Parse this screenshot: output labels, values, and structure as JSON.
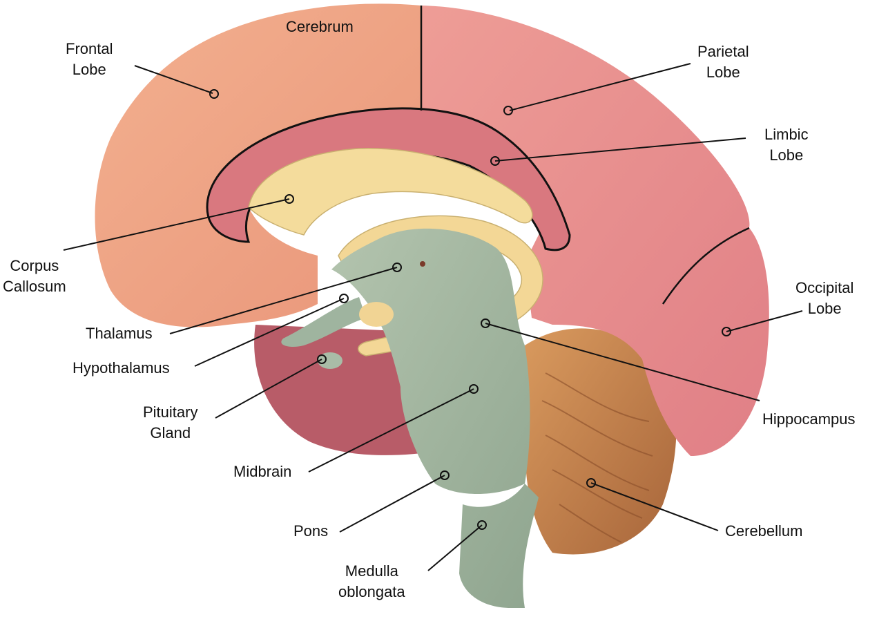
{
  "labels": {
    "cerebrum": [
      "Cerebrum"
    ],
    "frontal_lobe": [
      "Frontal",
      "Lobe"
    ],
    "parietal_lobe": [
      "Parietal",
      "Lobe"
    ],
    "limbic_lobe": [
      "Limbic",
      "Lobe"
    ],
    "corpus_callosum": [
      "Corpus",
      "Callosum"
    ],
    "occipital_lobe": [
      "Occipital",
      "Lobe"
    ],
    "thalamus": [
      "Thalamus"
    ],
    "hypothalamus": [
      "Hypothalamus"
    ],
    "pituitary_gland": [
      "Pituitary",
      "Gland"
    ],
    "hippocampus": [
      "Hippocampus"
    ],
    "midbrain": [
      "Midbrain"
    ],
    "pons": [
      "Pons"
    ],
    "cerebellum": [
      "Cerebellum"
    ],
    "medulla_oblongata": [
      "Medulla",
      "oblongata"
    ]
  },
  "colors": {
    "frontal": "#f0a383",
    "parietal": "#e88a8c",
    "limbic": "#d9787f",
    "corpus_callosum": "#f4dc9c",
    "brainstem": "#9fb49f",
    "cerebellum": "#c9824a",
    "temporal": "#b95a66",
    "outline": "#111111",
    "leader": "#111111"
  }
}
